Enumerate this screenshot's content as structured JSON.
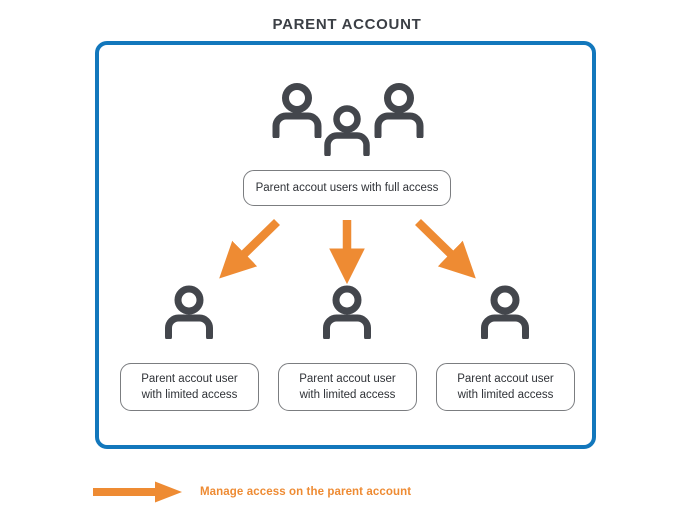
{
  "title": "PARENT ACCOUNT",
  "colors": {
    "container_border": "#1277bc",
    "arrow_orange": "#ee8b33",
    "icon_gray": "#43464c",
    "box_border": "#7b7d80",
    "title_text": "#3b3f45",
    "background": "#ffffff"
  },
  "top_group": {
    "icons": [
      {
        "name": "person-icon-full-access-1"
      },
      {
        "name": "person-icon-full-access-2"
      },
      {
        "name": "person-icon-full-access-3"
      }
    ],
    "label": "Parent accout users with full access"
  },
  "arrows": [
    {
      "name": "arrow-down-left",
      "direction": "down-left"
    },
    {
      "name": "arrow-down",
      "direction": "down"
    },
    {
      "name": "arrow-down-right",
      "direction": "down-right"
    }
  ],
  "children": [
    {
      "icon": "person-icon-limited-1",
      "label_line_1": "Parent accout user",
      "label_line_2": "with limited access"
    },
    {
      "icon": "person-icon-limited-2",
      "label_line_1": "Parent accout user",
      "label_line_2": "with limited access"
    },
    {
      "icon": "person-icon-limited-3",
      "label_line_1": "Parent accout user",
      "label_line_2": "with limited access"
    }
  ],
  "legend": {
    "icon": "arrow-right-icon",
    "text": "Manage access on the parent account"
  }
}
